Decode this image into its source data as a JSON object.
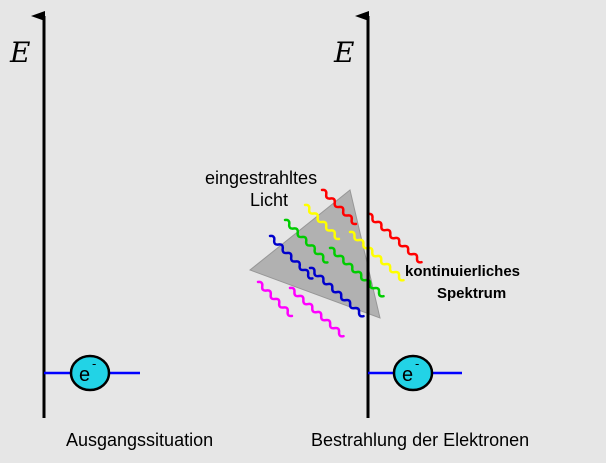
{
  "left_panel": {
    "axis_label": "E",
    "electron_symbol": "e",
    "electron_charge": "-",
    "caption": "Ausgangssituation"
  },
  "right_panel": {
    "axis_label": "E",
    "incident_light_line1": "eingestrahltes",
    "incident_light_line2": "Licht",
    "spectrum_line1": "kontinuierliches",
    "spectrum_line2": "Spektrum",
    "electron_symbol": "e",
    "electron_charge": "-",
    "caption": "Bestrahlung der Elektronen"
  },
  "colors": {
    "background": "#e6e6e6",
    "axis": "#000000",
    "energy_level": "#0000ff",
    "electron_fill": "#22d3e6",
    "prism": "#a8a8a8",
    "waves": [
      "#ff00ff",
      "#0000cc",
      "#00cc00",
      "#ffff00",
      "#ff0000"
    ]
  }
}
